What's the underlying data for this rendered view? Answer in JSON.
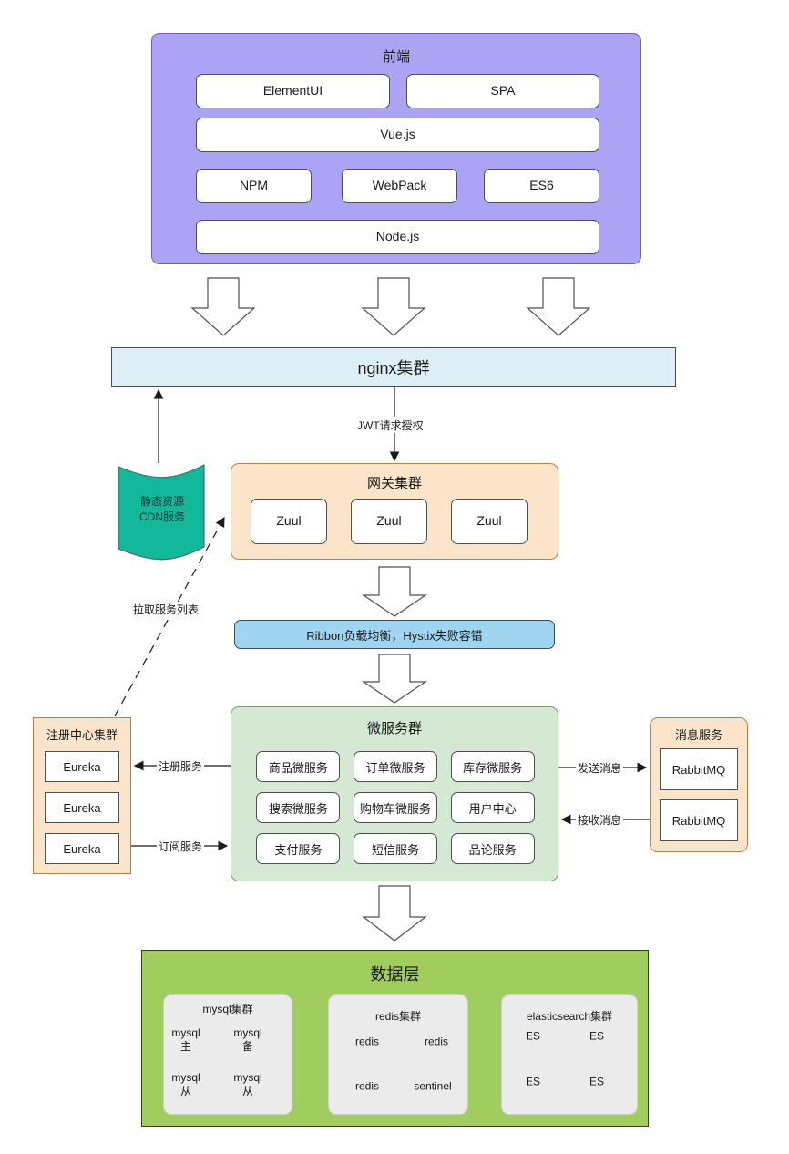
{
  "frontend": {
    "title": "前端",
    "row1": [
      "ElementUI",
      "SPA"
    ],
    "row2": [
      "Vue.js"
    ],
    "row3": [
      "NPM",
      "WebPack",
      "ES6"
    ],
    "row4": [
      "Node.js"
    ],
    "color": "#ada3f5"
  },
  "nginx": {
    "label": "nginx集群",
    "color": "#deeff7"
  },
  "cdn": {
    "line1": "静态资源",
    "line2": "CDN服务",
    "color": "#13b89a"
  },
  "gateway": {
    "title": "网关集群",
    "nodes": [
      "Zuul",
      "Zuul",
      "Zuul"
    ],
    "color": "#fae5cb"
  },
  "ribbon": {
    "label": "Ribbon负载均衡，Hystix失败容错",
    "color": "#9fd5f0"
  },
  "microservices": {
    "title": "微服务群",
    "items": [
      "商品微服务",
      "订单微服务",
      "库存微服务",
      "搜索微服务",
      "购物车微服务",
      "用户中心",
      "支付服务",
      "短信服务",
      "品论服务"
    ],
    "color": "#d5e8d4"
  },
  "registry": {
    "title": "注册中心集群",
    "nodes": [
      "Eureka",
      "Eureka",
      "Eureka"
    ],
    "color": "#fae5cb"
  },
  "mq": {
    "title": "消息服务",
    "nodes": [
      "RabbitMQ",
      "RabbitMQ"
    ],
    "color": "#fae5cb"
  },
  "datalayer": {
    "title": "数据层",
    "color": "#9fce5e",
    "mysql": {
      "title": "mysql集群",
      "nodes": [
        {
          "l1": "mysql",
          "l2": "主"
        },
        {
          "l1": "mysql",
          "l2": "备"
        },
        {
          "l1": "mysql",
          "l2": "从"
        },
        {
          "l1": "mysql",
          "l2": "从"
        }
      ]
    },
    "redis": {
      "title": "redis集群",
      "nodes": [
        "redis",
        "redis",
        "redis"
      ],
      "sentinel": "sentinel"
    },
    "es": {
      "title": "elasticsearch集群",
      "nodes": [
        "ES",
        "ES",
        "ES",
        "ES"
      ]
    }
  },
  "edges": {
    "jwt": "JWT请求授权",
    "pull_service_list": "拉取服务列表",
    "register_service": "注册服务",
    "subscribe_service": "订阅服务",
    "send_message": "发送消息",
    "receive_message": "接收消息"
  }
}
